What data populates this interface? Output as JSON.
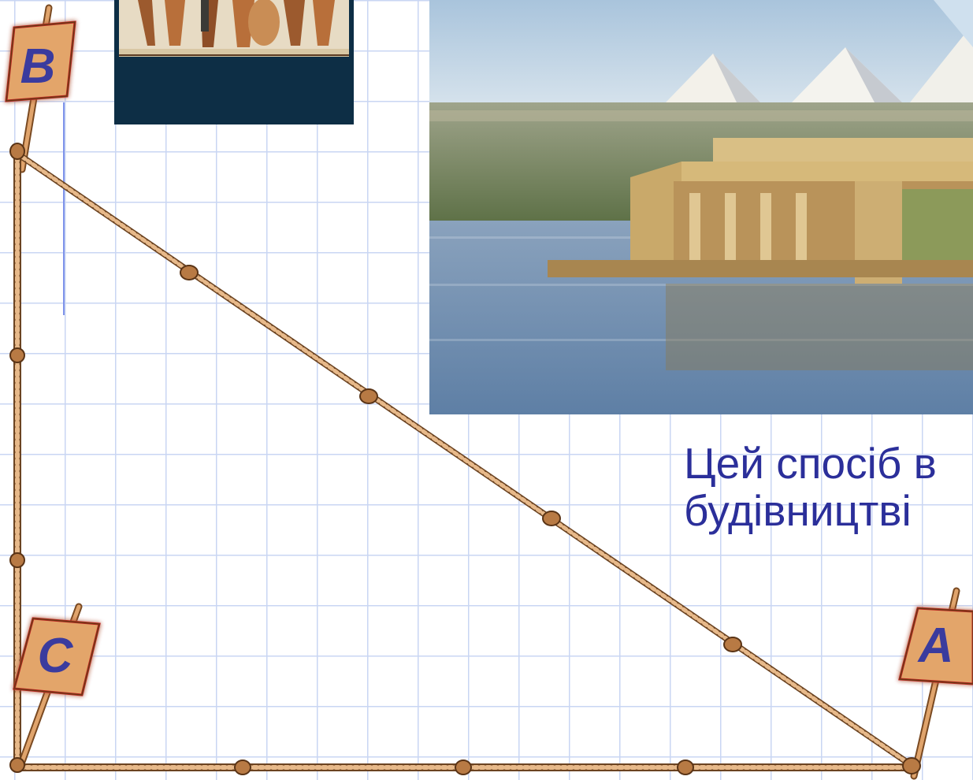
{
  "vertices": {
    "a_label": "A",
    "b_label": "B",
    "c_label": "C"
  },
  "caption": {
    "line1": "Цей спосіб в",
    "line2": "будівництві"
  },
  "colors": {
    "grid": "#c9d6f3",
    "caption": "#2b2f9a",
    "sign_wood": "#e2a46a",
    "sign_letter": "#3a3b9e",
    "rope": "#9a6a3a"
  },
  "icons": {
    "fresco": "egyptian-fresco-image",
    "temple": "nile-temple-pyramids-image",
    "rope": "knotted-rope"
  }
}
